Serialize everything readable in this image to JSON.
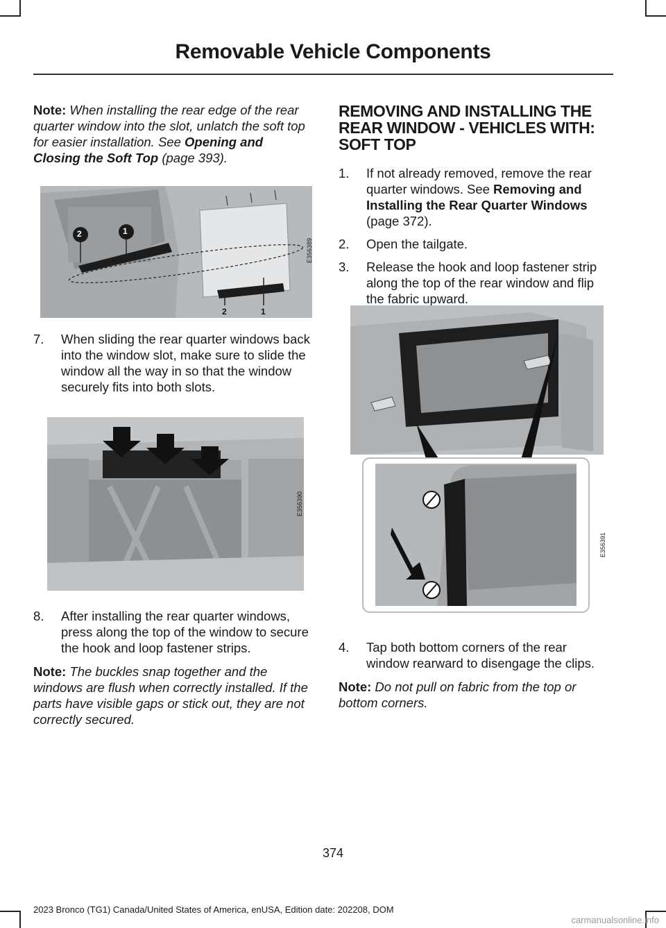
{
  "header": {
    "title": "Removable Vehicle Components"
  },
  "left": {
    "note1": {
      "label": "Note:",
      "text": "When installing the rear edge of the rear quarter window into the slot, unlatch the soft top for easier installation.  See",
      "link": "Opening and Closing the Soft Top",
      "suffix": "(page 393)."
    },
    "figure1": {
      "callouts": [
        "2",
        "1",
        "2",
        "1"
      ],
      "code": "E356389"
    },
    "step7": {
      "num": "7.",
      "text": "When sliding the rear quarter windows back into the window slot, make sure to slide the window all the way in so that the window securely fits into both slots."
    },
    "figure2": {
      "code": "E356390"
    },
    "step8": {
      "num": "8.",
      "text": "After installing the rear quarter windows, press along the top of the window to secure the hook and loop fastener strips."
    },
    "note2": {
      "label": "Note:",
      "text": "The buckles snap together and the windows are flush when correctly installed. If the parts have visible gaps or stick out, they are not correctly secured."
    }
  },
  "right": {
    "heading": "REMOVING AND INSTALLING THE REAR WINDOW - VEHICLES WITH: SOFT TOP",
    "step1": {
      "num": "1.",
      "text": "If not already removed, remove the rear quarter windows.  See",
      "link": "Removing and Installing the Rear Quarter Windows",
      "suffix": "(page 372)."
    },
    "step2": {
      "num": "2.",
      "text": "Open the tailgate."
    },
    "step3": {
      "num": "3.",
      "text": "Release the hook and loop fastener strip along the top of the rear window and flip the fabric upward."
    },
    "figure3": {
      "code": "E356391"
    },
    "step4": {
      "num": "4.",
      "text": "Tap both bottom corners of the rear window rearward to disengage the clips."
    },
    "note3": {
      "label": "Note:",
      "text": "Do not pull on fabric from the top or bottom corners."
    }
  },
  "page_number": "374",
  "footer": "2023 Bronco (TG1) Canada/United States of America, enUSA, Edition date: 202208, DOM",
  "watermark": "carmanualsonline.info"
}
